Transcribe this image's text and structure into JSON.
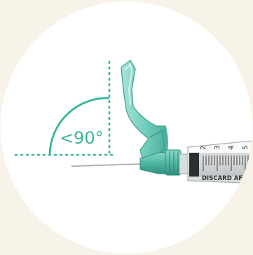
{
  "illustration": {
    "angle_label": "<90°",
    "barrel_text": "DISCARD AFTE",
    "scale_numbers": [
      "2",
      "3",
      "4",
      "5"
    ]
  },
  "colors": {
    "page_background": "#f8f3e9",
    "circle_fill": "#ffffff",
    "accent_teal": "#3ab59a",
    "guard_teal": "#7fd1c4",
    "guard_teal_dark": "#4fb3a3",
    "needle_steel": "#9aa3a8",
    "barrel_text": "#2f2f2f"
  },
  "icons": [
    "syringe-safety-needle-icon"
  ]
}
